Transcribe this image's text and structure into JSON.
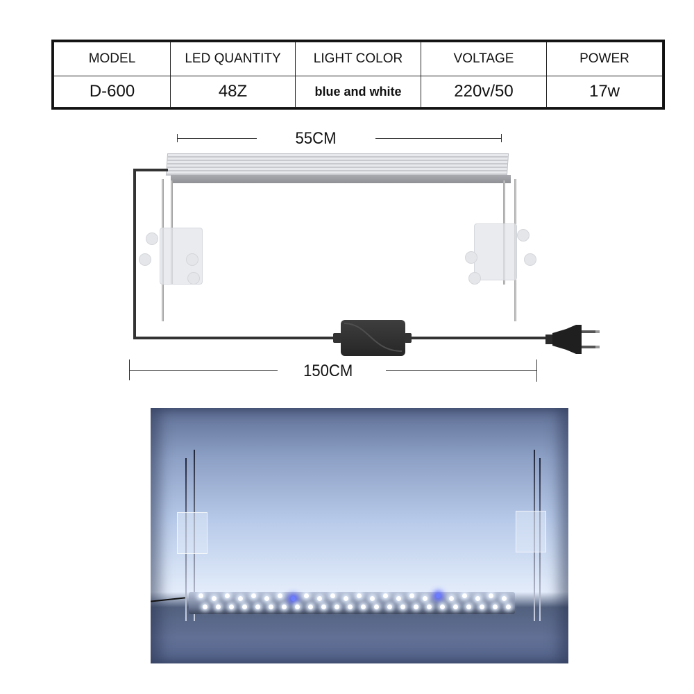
{
  "spec_table": {
    "headers": [
      "MODEL",
      "LED QUANTITY",
      "LIGHT COLOR",
      "VOLTAGE",
      "POWER"
    ],
    "values": [
      "D-600",
      "48Z",
      "blue and white",
      "220v/50",
      "17w"
    ]
  },
  "diagram": {
    "fixture_width_label": "55CM",
    "cable_length_label": "150CM",
    "components": [
      "led-light-bar",
      "adjustable-leg-brackets",
      "tank-clamps",
      "power-adapter",
      "eu-plug"
    ]
  },
  "photo": {
    "description": "LED aquarium light lit with white and blue LEDs",
    "led_colors": {
      "white": "#ffffff",
      "blue": "#6c7cff"
    }
  }
}
